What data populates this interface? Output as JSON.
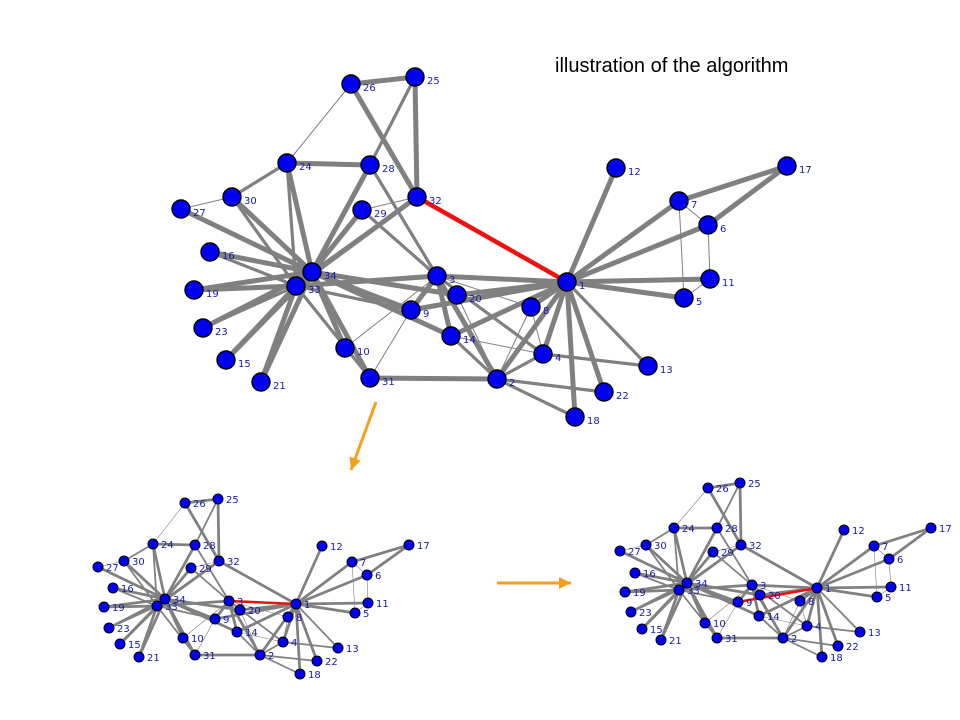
{
  "title": "illustration of the algorithm",
  "colors": {
    "node": "#0000f0",
    "node_stroke": "#000000",
    "edge": "#808080",
    "highlight": "#ee1111",
    "arrow": "#f5a01a",
    "label": "#1a1aa0"
  },
  "graph": {
    "nodes": [
      "1",
      "2",
      "3",
      "4",
      "5",
      "6",
      "7",
      "8",
      "9",
      "10",
      "11",
      "12",
      "13",
      "14",
      "15",
      "16",
      "17",
      "18",
      "19",
      "20",
      "21",
      "22",
      "23",
      "24",
      "25",
      "26",
      "27",
      "28",
      "29",
      "30",
      "31",
      "32",
      "33",
      "34"
    ],
    "edges": [
      [
        "1",
        "2"
      ],
      [
        "1",
        "3"
      ],
      [
        "1",
        "4"
      ],
      [
        "1",
        "5"
      ],
      [
        "1",
        "6"
      ],
      [
        "1",
        "7"
      ],
      [
        "1",
        "8"
      ],
      [
        "1",
        "9"
      ],
      [
        "1",
        "11"
      ],
      [
        "1",
        "12"
      ],
      [
        "1",
        "13"
      ],
      [
        "1",
        "14"
      ],
      [
        "1",
        "18"
      ],
      [
        "1",
        "20"
      ],
      [
        "1",
        "22"
      ],
      [
        "1",
        "32"
      ],
      [
        "2",
        "3"
      ],
      [
        "2",
        "4"
      ],
      [
        "2",
        "8"
      ],
      [
        "2",
        "14"
      ],
      [
        "2",
        "18"
      ],
      [
        "2",
        "20"
      ],
      [
        "2",
        "22"
      ],
      [
        "2",
        "31"
      ],
      [
        "3",
        "4"
      ],
      [
        "3",
        "8"
      ],
      [
        "3",
        "9"
      ],
      [
        "3",
        "10"
      ],
      [
        "3",
        "14"
      ],
      [
        "3",
        "28"
      ],
      [
        "3",
        "29"
      ],
      [
        "3",
        "33"
      ],
      [
        "4",
        "8"
      ],
      [
        "4",
        "13"
      ],
      [
        "4",
        "14"
      ],
      [
        "5",
        "7"
      ],
      [
        "5",
        "11"
      ],
      [
        "6",
        "7"
      ],
      [
        "6",
        "11"
      ],
      [
        "6",
        "17"
      ],
      [
        "7",
        "17"
      ],
      [
        "9",
        "31"
      ],
      [
        "9",
        "33"
      ],
      [
        "9",
        "34"
      ],
      [
        "10",
        "34"
      ],
      [
        "14",
        "34"
      ],
      [
        "15",
        "33"
      ],
      [
        "15",
        "34"
      ],
      [
        "16",
        "33"
      ],
      [
        "16",
        "34"
      ],
      [
        "19",
        "33"
      ],
      [
        "19",
        "34"
      ],
      [
        "20",
        "34"
      ],
      [
        "21",
        "33"
      ],
      [
        "21",
        "34"
      ],
      [
        "23",
        "33"
      ],
      [
        "23",
        "34"
      ],
      [
        "24",
        "26"
      ],
      [
        "24",
        "28"
      ],
      [
        "24",
        "30"
      ],
      [
        "24",
        "33"
      ],
      [
        "24",
        "34"
      ],
      [
        "25",
        "26"
      ],
      [
        "25",
        "28"
      ],
      [
        "25",
        "32"
      ],
      [
        "26",
        "32"
      ],
      [
        "27",
        "30"
      ],
      [
        "27",
        "34"
      ],
      [
        "28",
        "34"
      ],
      [
        "29",
        "32"
      ],
      [
        "29",
        "34"
      ],
      [
        "30",
        "33"
      ],
      [
        "30",
        "34"
      ],
      [
        "31",
        "33"
      ],
      [
        "31",
        "34"
      ],
      [
        "32",
        "33"
      ],
      [
        "32",
        "34"
      ],
      [
        "33",
        "34"
      ]
    ],
    "highlighted_edges": [
      [
        "1",
        "32"
      ],
      [
        "1",
        "3"
      ],
      [
        "1",
        "3"
      ]
    ]
  },
  "panels": [
    {
      "id": "top",
      "highlight": [
        "1",
        "32"
      ]
    },
    {
      "id": "bottom-left",
      "highlight": [
        "1",
        "3"
      ]
    },
    {
      "id": "bottom-right",
      "highlight": [
        "1",
        "9"
      ]
    }
  ]
}
